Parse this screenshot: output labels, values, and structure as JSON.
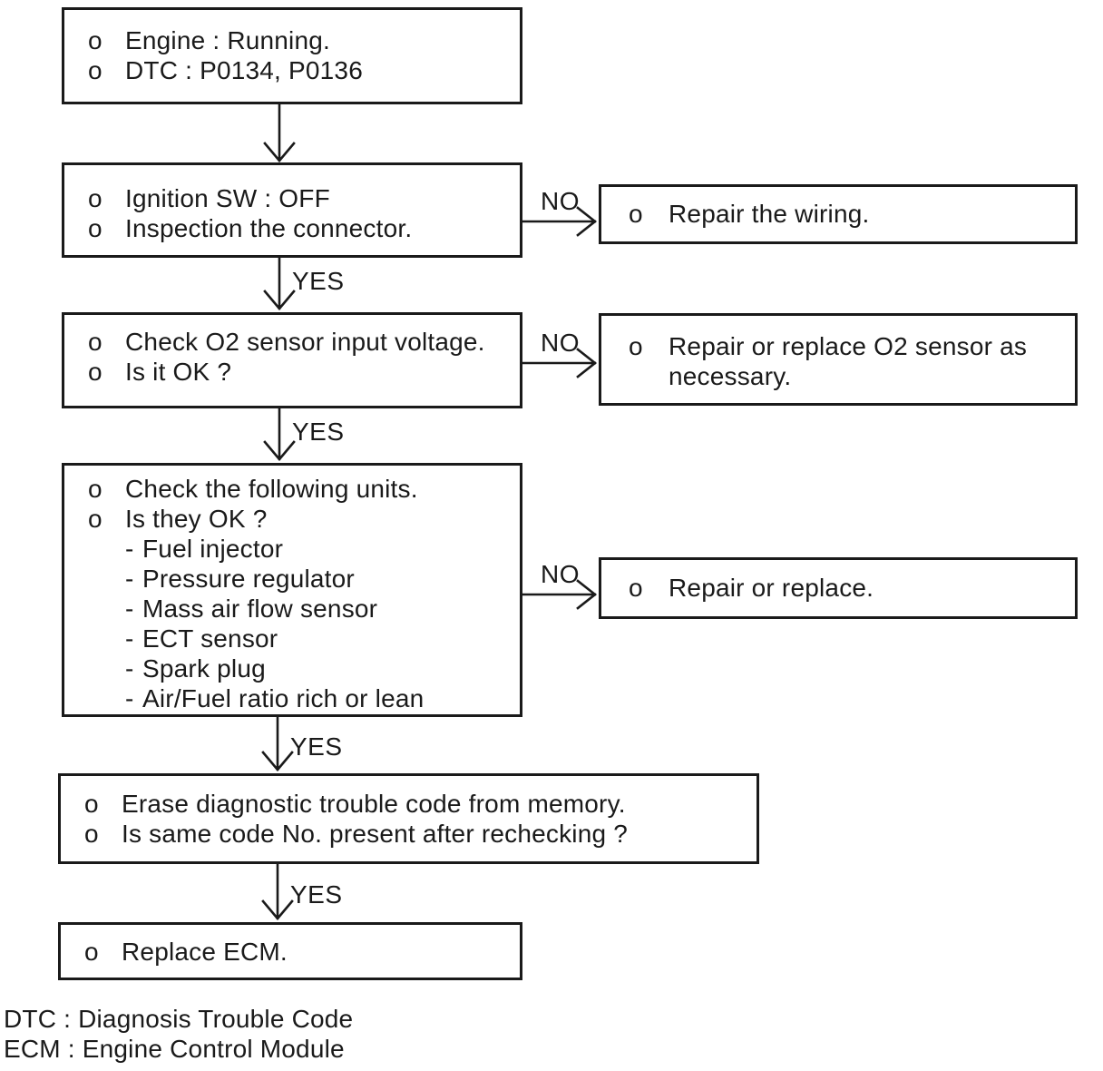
{
  "colors": {
    "ink": "#1a1a1a",
    "background": "#ffffff"
  },
  "labels": {
    "yes": "YES",
    "no": "NO"
  },
  "flow": {
    "start": {
      "lines": [
        {
          "m": "o",
          "t": "Engine : Running."
        },
        {
          "m": "o",
          "t": "DTC : P0134, P0136"
        }
      ]
    },
    "ignition": {
      "lines": [
        {
          "m": "o",
          "t": "Ignition SW : OFF"
        },
        {
          "m": "o",
          "t": "Inspection the connector."
        }
      ]
    },
    "o2voltage": {
      "lines": [
        {
          "m": "o",
          "t": "Check O2 sensor input voltage."
        },
        {
          "m": "o",
          "t": "Is it OK ?"
        }
      ]
    },
    "units": {
      "lines": [
        {
          "m": "o",
          "t": "Check the following units."
        },
        {
          "m": "o",
          "t": "Is they OK ?"
        },
        {
          "m": "-",
          "t": "Fuel injector"
        },
        {
          "m": "-",
          "t": "Pressure regulator"
        },
        {
          "m": "-",
          "t": "Mass air flow sensor"
        },
        {
          "m": "-",
          "t": "ECT sensor"
        },
        {
          "m": "-",
          "t": "Spark plug"
        },
        {
          "m": "-",
          "t": "Air/Fuel ratio rich or lean"
        }
      ]
    },
    "erase": {
      "lines": [
        {
          "m": "o",
          "t": "Erase diagnostic trouble code from memory."
        },
        {
          "m": "o",
          "t": "Is same code No. present after rechecking ?"
        }
      ]
    },
    "replace_ecm": {
      "lines": [
        {
          "m": "o",
          "t": "Replace ECM."
        }
      ]
    },
    "repair_wiring": {
      "lines": [
        {
          "m": "o",
          "t": "Repair the wiring."
        }
      ]
    },
    "repair_o2": {
      "lines": [
        {
          "m": "o",
          "t": "Repair or replace O2 sensor as necessary."
        }
      ]
    },
    "repair_replace": {
      "lines": [
        {
          "m": "o",
          "t": "Repair or replace."
        }
      ]
    }
  },
  "footnotes": [
    "DTC : Diagnosis Trouble Code",
    "ECM : Engine Control Module"
  ]
}
